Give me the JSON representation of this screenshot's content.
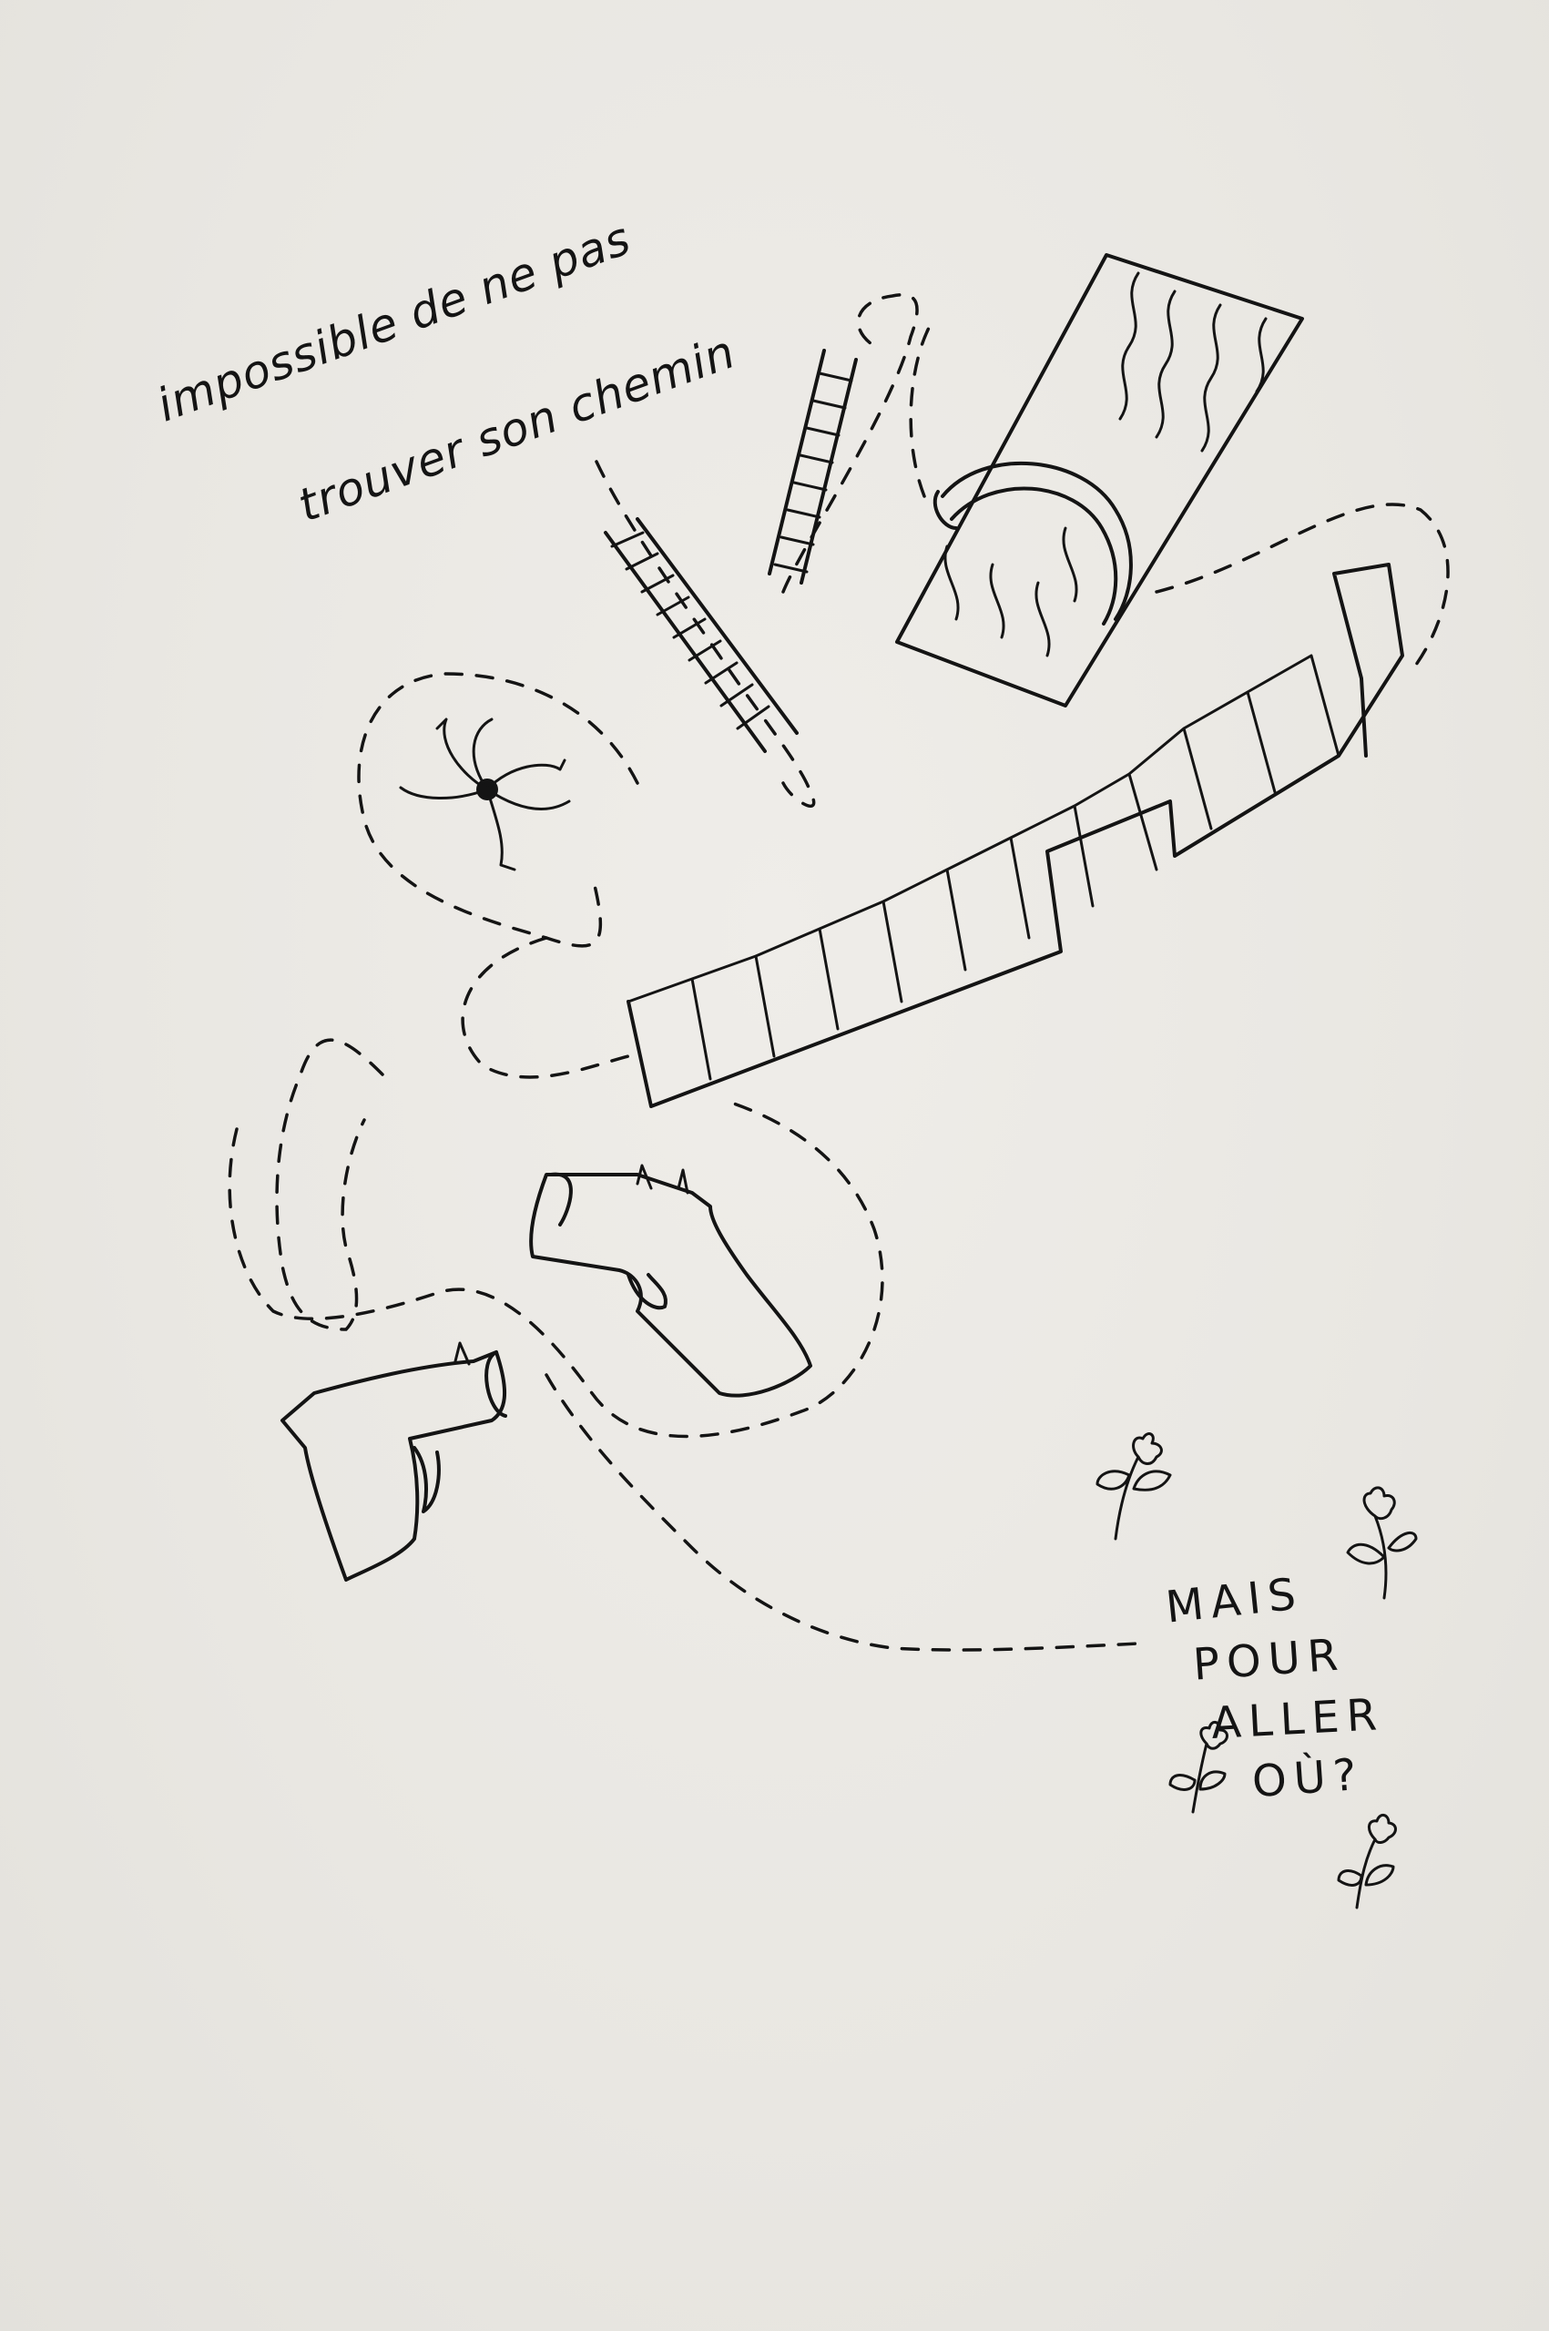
{
  "note": {
    "line1": "impossible de ne pas",
    "line2": "trouver son chemin"
  },
  "question": {
    "line1": "MAIS",
    "line2": "POUR",
    "line3": "ALLER",
    "line4": "OÙ?"
  },
  "colors": {
    "paper": "#ebe9e4",
    "ink": "#141414"
  }
}
